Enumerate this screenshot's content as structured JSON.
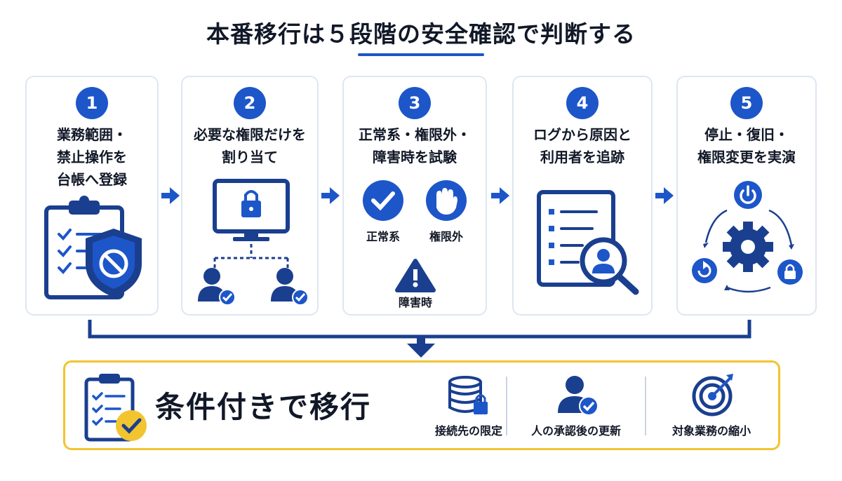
{
  "title": "本番移行は５段階の安全確認で判断する",
  "steps": [
    {
      "number": "1",
      "label": "業務範囲・\n禁止操作を\n台帳へ登録"
    },
    {
      "number": "2",
      "label": "必要な権限だけを\n割り当て"
    },
    {
      "number": "3",
      "label": "正常系・権限外・\n障害時を試験",
      "sub": [
        "正常系",
        "権限外",
        "障害時"
      ]
    },
    {
      "number": "4",
      "label": "ログから原因と\n利用者を追跡"
    },
    {
      "number": "5",
      "label": "停止・復旧・\n権限変更を実演"
    }
  ],
  "result": {
    "title": "条件付きで移行",
    "conditions": [
      "接続先の限定",
      "人の承認後の更新",
      "対象業務の縮小"
    ]
  },
  "colors": {
    "primary": "#1d56c9",
    "accent": "#f2c430",
    "border": "#dde6f3"
  }
}
